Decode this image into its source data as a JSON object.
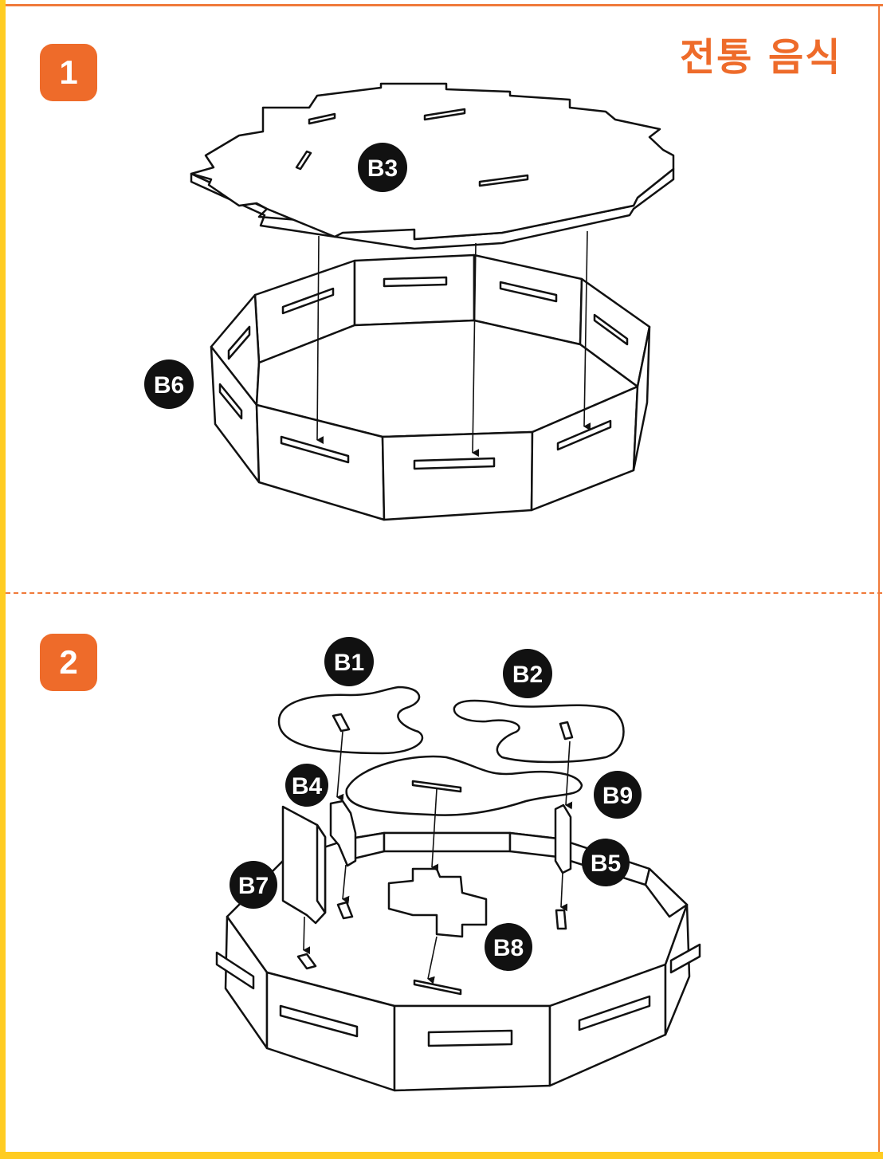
{
  "title": "전통 음식",
  "steps": [
    {
      "number": "1",
      "parts": [
        "B3",
        "B6"
      ]
    },
    {
      "number": "2",
      "parts": [
        "B1",
        "B2",
        "B4",
        "B9",
        "B5",
        "B7",
        "B8"
      ]
    }
  ],
  "colors": {
    "accent": "#ee6b2a",
    "frame": "#ffcc22",
    "badge": "#111111"
  }
}
